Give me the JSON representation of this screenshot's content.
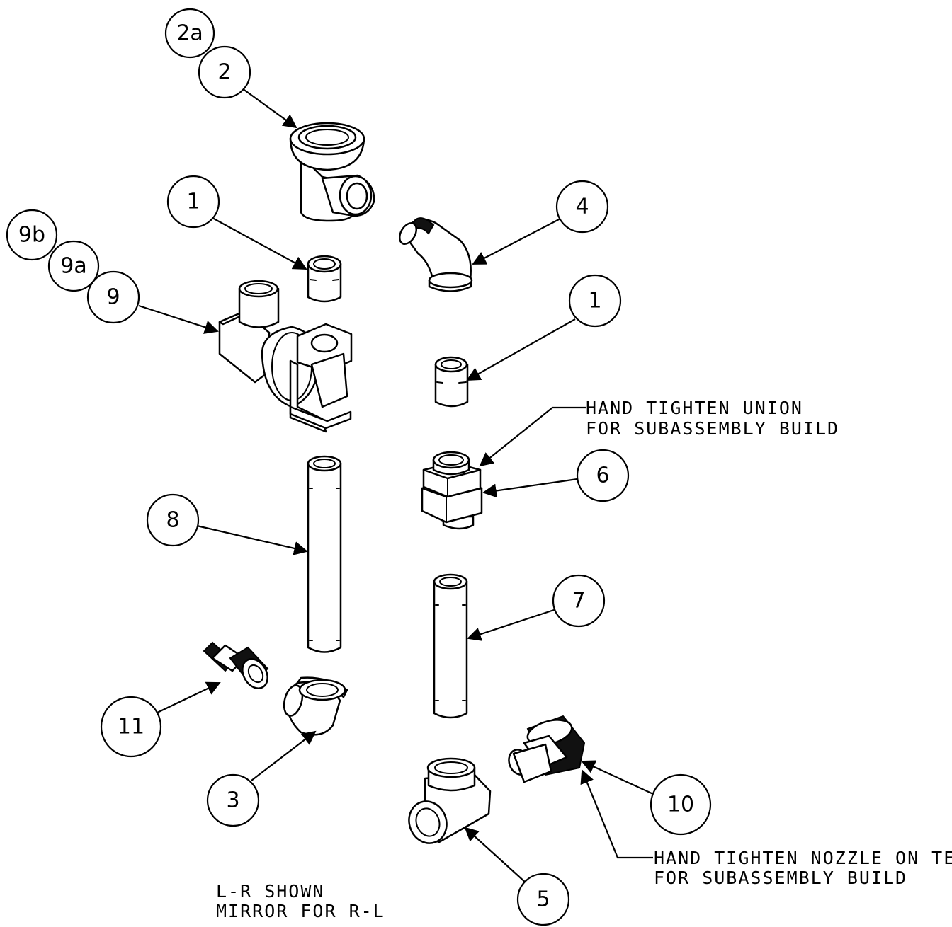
{
  "balloons": {
    "b2a": "2a",
    "b2": "2",
    "b1a": "1",
    "b4": "4",
    "b9b": "9b",
    "b9a": "9a",
    "b9": "9",
    "b1b": "1",
    "b6": "6",
    "b8": "8",
    "b7": "7",
    "b11": "11",
    "b3": "3",
    "b10": "10",
    "b5": "5"
  },
  "notes": {
    "union_line1": "HAND TIGHTEN UNION",
    "union_line2": "FOR SUBASSEMBLY BUILD",
    "nozzle_line1": "HAND TIGHTEN NOZZLE ON TEE",
    "nozzle_line2": "FOR SUBASSEMBLY BUILD",
    "orientation_line1": "L-R SHOWN",
    "orientation_line2": "MIRROR FOR R-L"
  }
}
